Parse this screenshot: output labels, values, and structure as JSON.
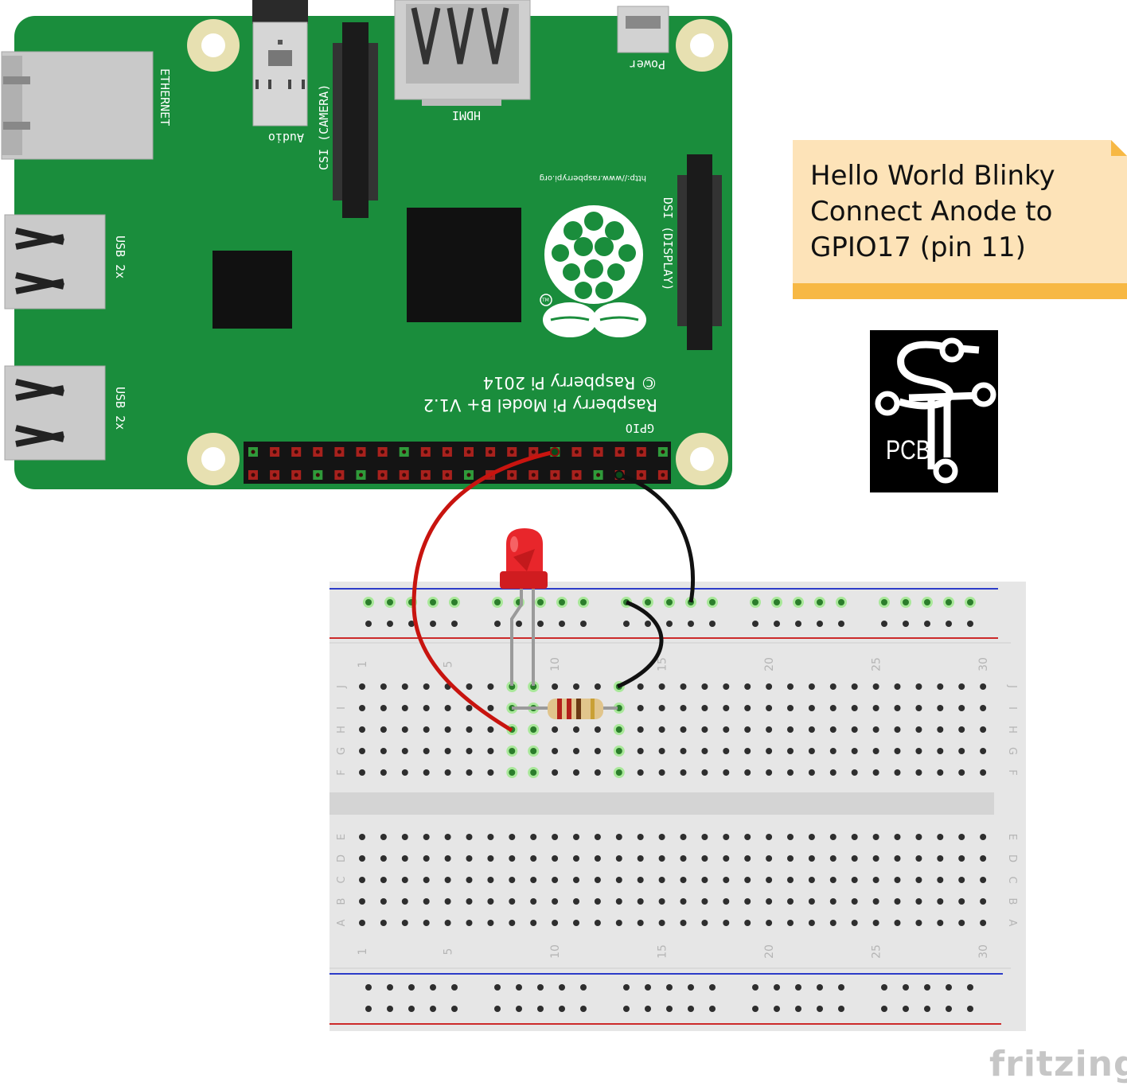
{
  "pi": {
    "labels": {
      "ethernet": "ETHERNET",
      "audio": "Audio",
      "camera": "CSI (CAMERA)",
      "hdmi": "HDMI",
      "power": "Power",
      "usb_top": "USB 2x",
      "usb_bottom": "USB 2x",
      "display": "DSI (DISPLAY)",
      "url": "http://www.raspberrypi.org",
      "copyright": "© Raspberry Pi 2014",
      "model": "Raspberry Pi Model B+ V1.2",
      "gpio": "GPIO",
      "tm": "TM"
    },
    "board_color": "#1a8d3c"
  },
  "note": {
    "lines": [
      "Hello World Blinky",
      "Connect Anode to",
      "GPIO17 (pin 11)"
    ],
    "color": "#fde3b8",
    "band_color": "#f7b844"
  },
  "pcb_logo": {
    "label": "PCB"
  },
  "breadboard": {
    "column_labels": [
      "1",
      "5",
      "10",
      "15",
      "20",
      "25",
      "30"
    ],
    "row_labels_top": [
      "J",
      "I",
      "H",
      "G",
      "F"
    ],
    "row_labels_bottom": [
      "E",
      "D",
      "C",
      "B",
      "A"
    ]
  },
  "wires": {
    "anode_color": "#c8140f",
    "ground_color": "#111111"
  },
  "led": {
    "color": "#e8262b"
  },
  "watermark": "fritzing"
}
